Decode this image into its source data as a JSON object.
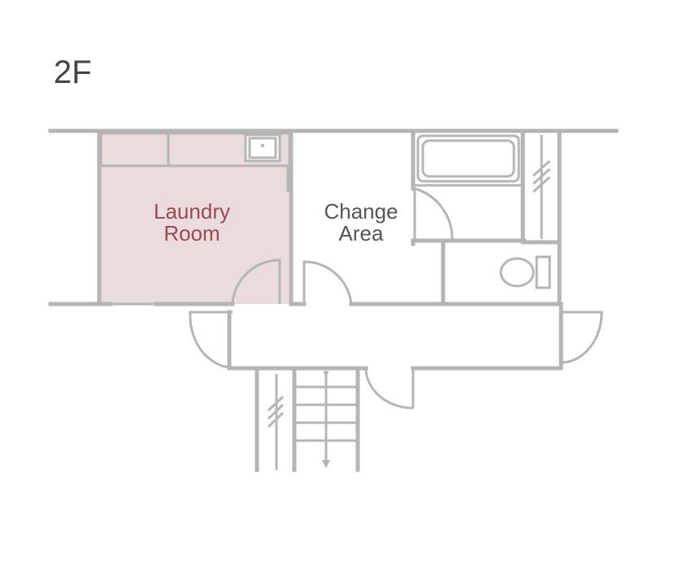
{
  "floor": {
    "label": "2F"
  },
  "rooms": {
    "laundry": {
      "line1": "Laundry",
      "line2": "Room"
    },
    "change": {
      "line1": "Change",
      "line2": "Area"
    }
  },
  "colors": {
    "wall": "#b5b5b5",
    "laundry_fill": "#eadcdd",
    "laundry_text": "#9a4a52",
    "room_text": "#555555",
    "floor_text": "#444444"
  }
}
